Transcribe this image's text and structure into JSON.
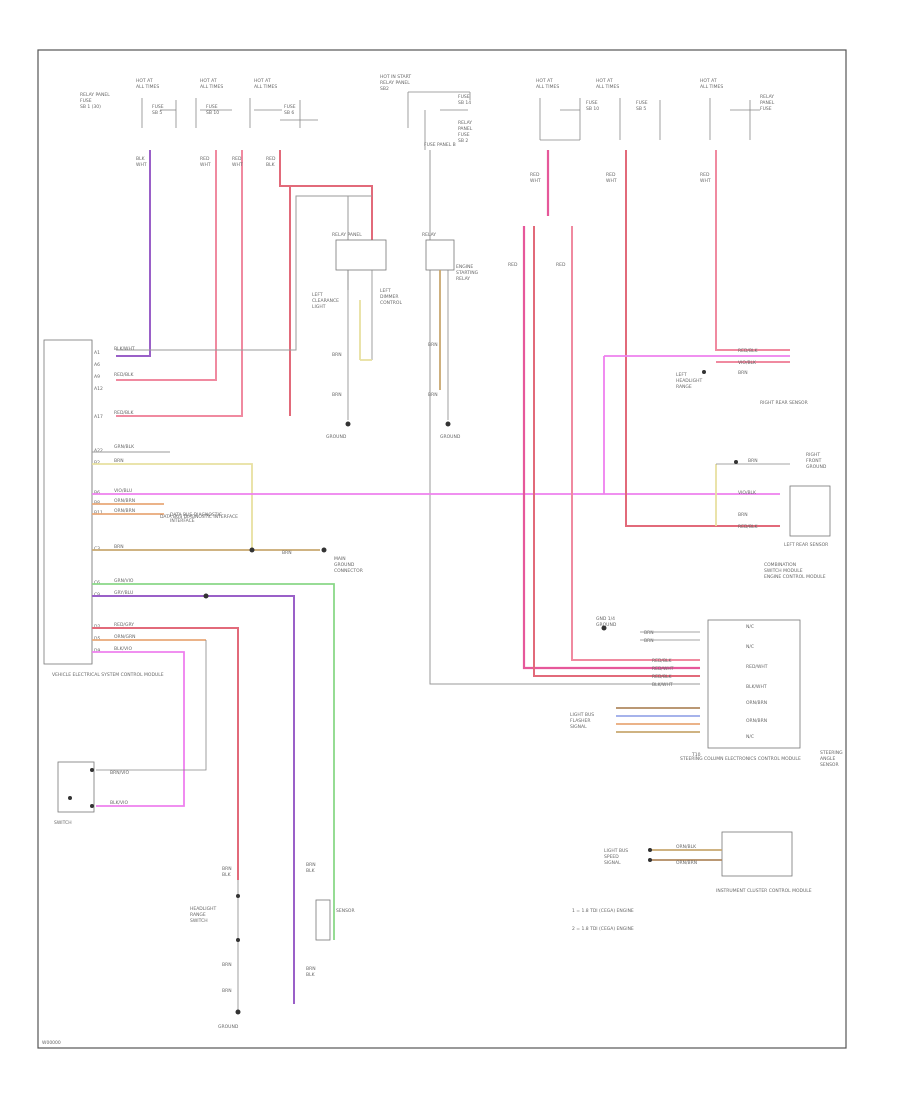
{
  "title": "",
  "watermark": "W00000",
  "legend": [
    "1 = 1.8 TDI (CEGA) ENGINE",
    "2 = 1.8 TDI (CEGA) ENGINE"
  ],
  "components": {
    "main_module": "VEHICLE ELECTRICAL SYSTEM CONTROL MODULE",
    "fuse_top_center": "FUSE PANEL B",
    "right_rear_sensor": "RIGHT REAR SENSOR",
    "left_rear_sensor": "LEFT REAR SENSOR",
    "ground_mid_left": "GROUND",
    "ground_mid_center": "GROUND",
    "ground_left_low": "GROUND",
    "ground_bottom": "GROUND",
    "steering_module": "STEERING COLUMN ELECTRONICS CONTROL MODULE",
    "engine_control": "ENGINE CONTROL MODULE",
    "data_bus": "DATA BUS DIAGNOSTIC INTERFACE",
    "instrument_cluster": "INSTRUMENT CLUSTER CONTROL MODULE",
    "switch_bottom_left": "SWITCH",
    "sensor_bottom": "SENSOR"
  }
}
